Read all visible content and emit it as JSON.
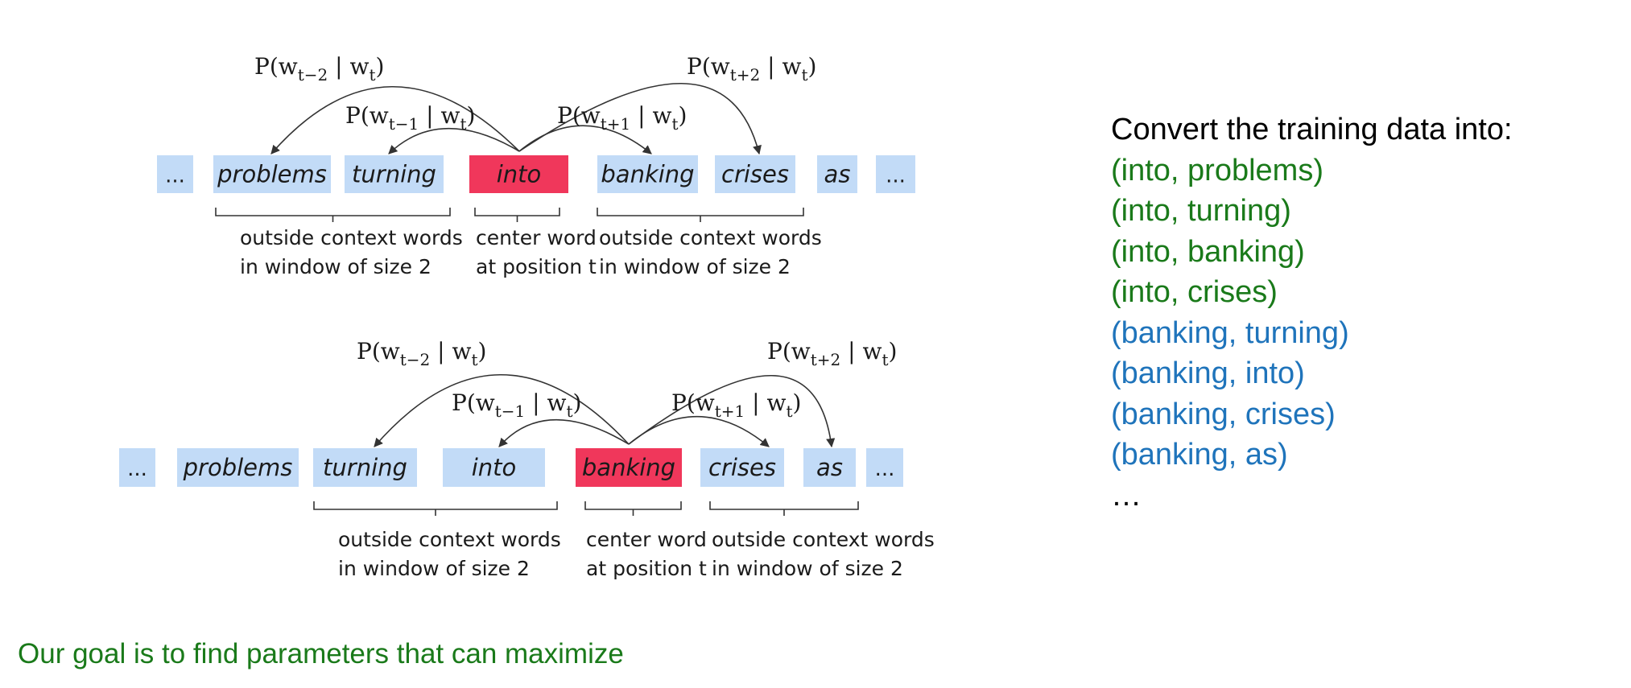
{
  "diagrams": [
    {
      "tokens": [
        {
          "text": "...",
          "role": "ellipsis"
        },
        {
          "text": "problems",
          "role": "context"
        },
        {
          "text": "turning",
          "role": "context"
        },
        {
          "text": "into",
          "role": "center"
        },
        {
          "text": "banking",
          "role": "context"
        },
        {
          "text": "crises",
          "role": "context"
        },
        {
          "text": "as",
          "role": "outside"
        },
        {
          "text": "...",
          "role": "ellipsis"
        }
      ],
      "probabilities": [
        {
          "offset": "t−2"
        },
        {
          "offset": "t−1"
        },
        {
          "offset": "t+1"
        },
        {
          "offset": "t+2"
        }
      ],
      "brackets": [
        {
          "lines": [
            "outside context words",
            "in window of size 2"
          ]
        },
        {
          "lines": [
            "center word",
            "at position t"
          ]
        },
        {
          "lines": [
            "outside context words",
            "in window of size 2"
          ]
        }
      ]
    },
    {
      "tokens": [
        {
          "text": "...",
          "role": "ellipsis"
        },
        {
          "text": "problems",
          "role": "outside"
        },
        {
          "text": "turning",
          "role": "context"
        },
        {
          "text": "into",
          "role": "context"
        },
        {
          "text": "banking",
          "role": "center"
        },
        {
          "text": "crises",
          "role": "context"
        },
        {
          "text": "as",
          "role": "context"
        },
        {
          "text": "...",
          "role": "ellipsis"
        }
      ],
      "probabilities": [
        {
          "offset": "t−2"
        },
        {
          "offset": "t−1"
        },
        {
          "offset": "t+1"
        },
        {
          "offset": "t+2"
        }
      ],
      "brackets": [
        {
          "lines": [
            "outside context words",
            "in window of size 2"
          ]
        },
        {
          "lines": [
            "center word",
            "at position t"
          ]
        },
        {
          "lines": [
            "outside context words",
            "in window of size 2"
          ]
        }
      ]
    }
  ],
  "prob_template": {
    "prefix": "P(w",
    "given": " | w",
    "center_sub": "t",
    "suffix": ")"
  },
  "side_panel": {
    "heading": "Convert the training data into:",
    "pairs": [
      {
        "text": "(into, problems)",
        "group": "into"
      },
      {
        "text": "(into, turning)",
        "group": "into"
      },
      {
        "text": "(into, banking)",
        "group": "into"
      },
      {
        "text": "(into, crises)",
        "group": "into"
      },
      {
        "text": "(banking, turning)",
        "group": "banking"
      },
      {
        "text": "(banking, into)",
        "group": "banking"
      },
      {
        "text": "(banking, crises)",
        "group": "banking"
      },
      {
        "text": "(banking, as)",
        "group": "banking"
      }
    ],
    "continuation": "…"
  },
  "goal_text": "Our goal is to find parameters that can maximize",
  "colors": {
    "context_box": "#c2dbf7",
    "center_box": "#f0375b",
    "heading_text": "#000000",
    "into_group": "#1a7a1a",
    "banking_group": "#1f74bb",
    "goal_text": "#1a7a1a"
  }
}
